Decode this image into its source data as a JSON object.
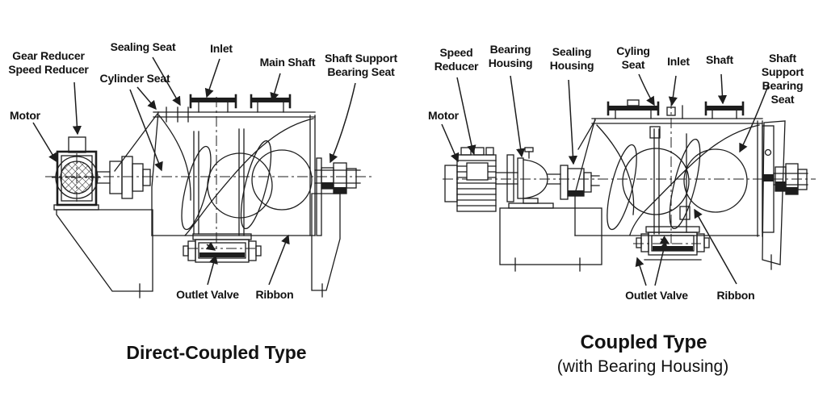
{
  "colors": {
    "line": "#1d1d1d",
    "text": "#121212",
    "background": "#ffffff"
  },
  "diagrams": [
    {
      "title": "Direct-Coupled Type",
      "labels": {
        "gear_reducer": "Gear Reducer\nSpeed Reducer",
        "sealing_seat": "Sealing Seat",
        "cylinder_seat": "Cylinder Seat",
        "inlet": "Inlet",
        "main_shaft": "Main Shaft",
        "shaft_support": "Shaft Support\nBearing Seat",
        "motor": "Motor",
        "outlet_valve": "Outlet Valve",
        "ribbon": "Ribbon"
      }
    },
    {
      "title": "Coupled Type",
      "subtitle": "(with Bearing Housing)",
      "labels": {
        "speed_reducer": "Speed\nReducer",
        "bearing_housing": "Bearing\nHousing",
        "sealing_housing": "Sealing\nHousing",
        "cyling_seat": "Cyling\nSeat",
        "inlet": "Inlet",
        "shaft": "Shaft",
        "shaft_support": "Shaft Support\nBearing Seat",
        "motor": "Motor",
        "outlet_valve": "Outlet Valve",
        "ribbon": "Ribbon"
      }
    }
  ]
}
